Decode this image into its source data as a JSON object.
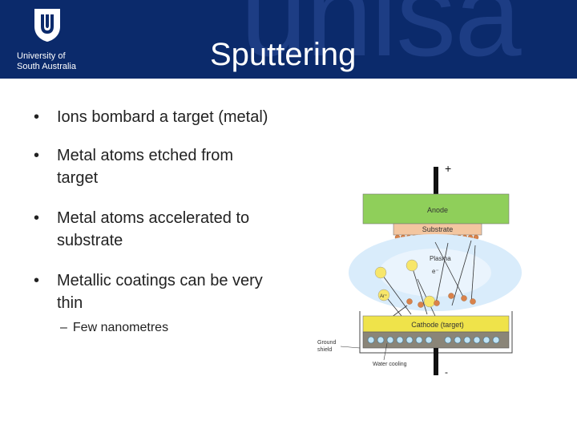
{
  "header": {
    "watermark": "unisa",
    "logo_line1": "University of",
    "logo_line2": "South Australia",
    "title": "Sputtering"
  },
  "bullets": [
    {
      "line1": "Ions bombard a target (metal)"
    },
    {
      "line1": "Metal atoms etched from",
      "line2": "target"
    },
    {
      "line1": "Metal atoms accelerated to",
      "line2": "substrate"
    },
    {
      "line1": "Metallic coatings can be very",
      "line2": "thin"
    }
  ],
  "sub_bullet": "Few nanometres",
  "bullet_symbol": "•",
  "dash_symbol": "–",
  "diagram": {
    "plus_sign": "+",
    "minus_sign": "-",
    "anode_label": "Anode",
    "substrate_label": "Substrate",
    "plasma_label": "Plasma",
    "electron_label": "e⁻",
    "ion_label": "Ar⁺",
    "cathode_label": "Cathode (target)",
    "ground_label_1": "Ground",
    "ground_label_2": "shield",
    "water_label": "Water cooling",
    "colors": {
      "anode": "#8fcf5a",
      "substrate": "#f3c6a0",
      "cathode": "#efe34a",
      "cooling": "#8a8578",
      "plasma": "#d9ecfb"
    }
  },
  "colors": {
    "header_bg": "#0b2a6b",
    "text": "#222222"
  }
}
